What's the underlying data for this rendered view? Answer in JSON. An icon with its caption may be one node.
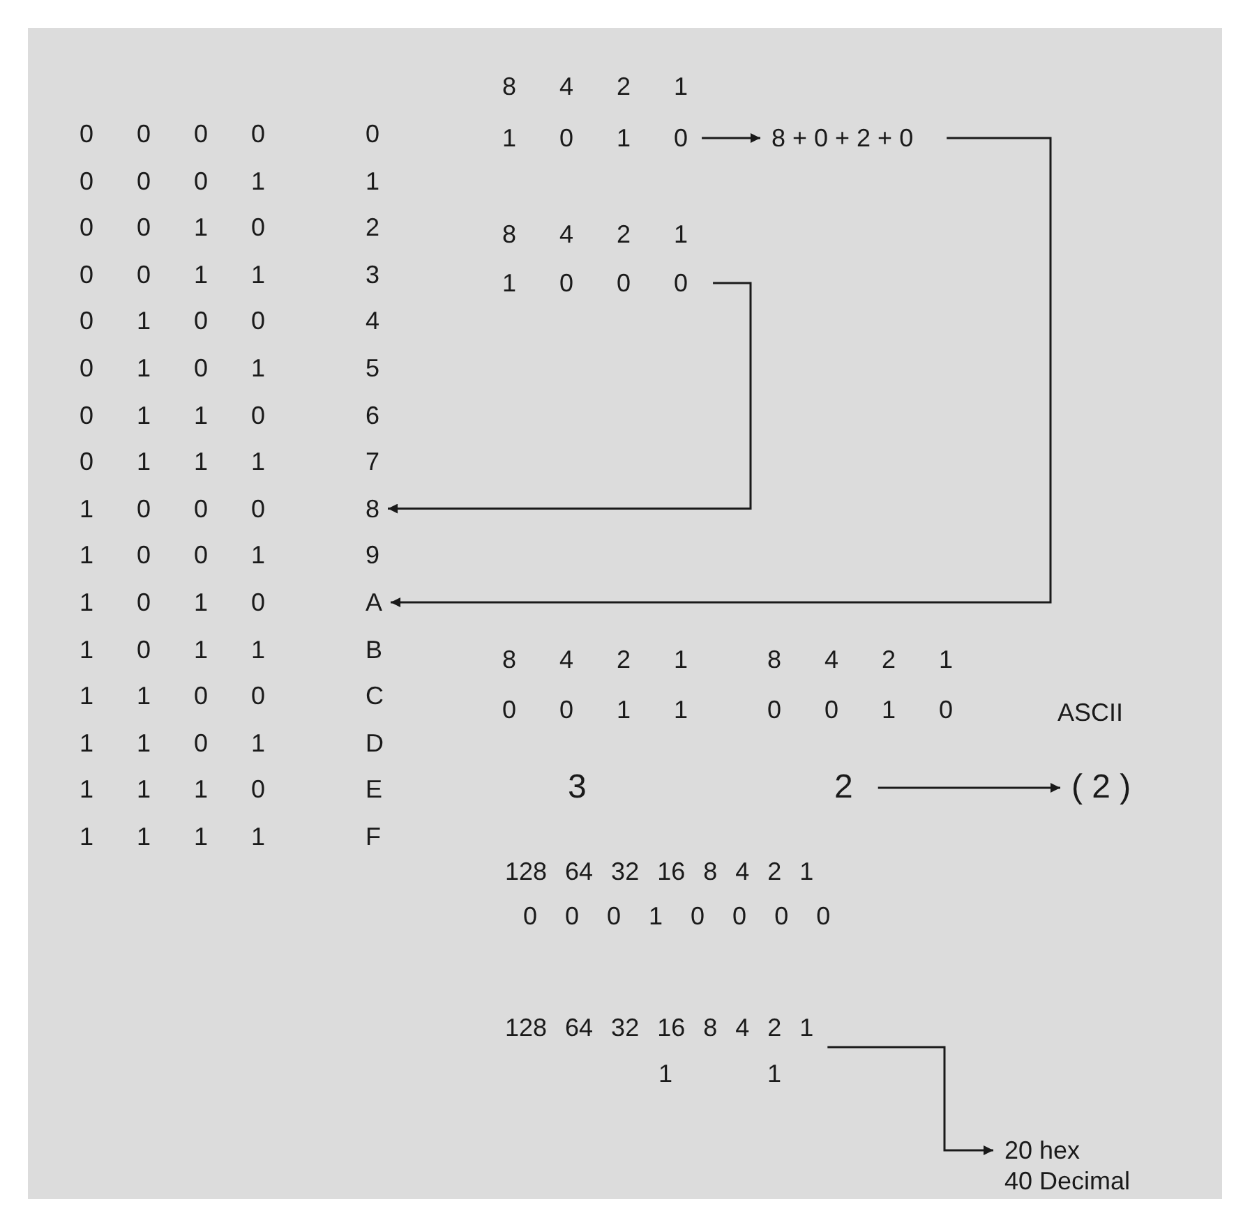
{
  "diagram": {
    "nodes": [
      {
        "text": [
          "1 0 1 0"
        ]
      },
      {
        "text": [
          "8 + 0 + 2 + 0"
        ]
      },
      {
        "text": [
          "1 0 0 0"
        ]
      },
      {
        "text": [
          "8"
        ]
      },
      {
        "text": [
          "A"
        ]
      },
      {
        "text": [
          "2"
        ]
      },
      {
        "text": [
          "( 2 )"
        ]
      },
      {
        "text": [
          "128 64 32 16 8 4 2 1"
        ]
      },
      {
        "text": [
          "20 hex",
          "40 Decimal"
        ]
      }
    ],
    "edges": [
      {
        "from": 0,
        "to": 1,
        "arrow": "to"
      },
      {
        "from": 1,
        "to": 4,
        "arrow": "to"
      },
      {
        "from": 2,
        "to": 3,
        "arrow": "to"
      },
      {
        "from": 5,
        "to": 6,
        "arrow": "to"
      },
      {
        "from": 7,
        "to": 8,
        "arrow": "to"
      }
    ],
    "labels": [
      "0 0 0 0",
      "0",
      "0 0 0 1",
      "1",
      "0 0 1 0",
      "2",
      "0 0 1 1",
      "3",
      "0 1 0 0",
      "4",
      "0 1 0 1",
      "5",
      "0 1 1 0",
      "6",
      "0 1 1 1",
      "7",
      "1 0 0 0",
      "1 0 0 1",
      "9",
      "1 0 1 0",
      "1 0 1 1",
      "B",
      "1 1 0 0",
      "C",
      "1 1 0 1",
      "D",
      "1 1 1 0",
      "E",
      "1 1 1 1",
      "F",
      "8 4 2 1",
      "8 4 2 1",
      "8 4 2 1",
      "8 4 2 1",
      "0 0 1 1",
      "0 0 1 0",
      "ASCII",
      "3",
      "128 64 32 16 8 4 2 1",
      "0 0 0 1 0 0 0 0",
      "1",
      "1"
    ]
  }
}
